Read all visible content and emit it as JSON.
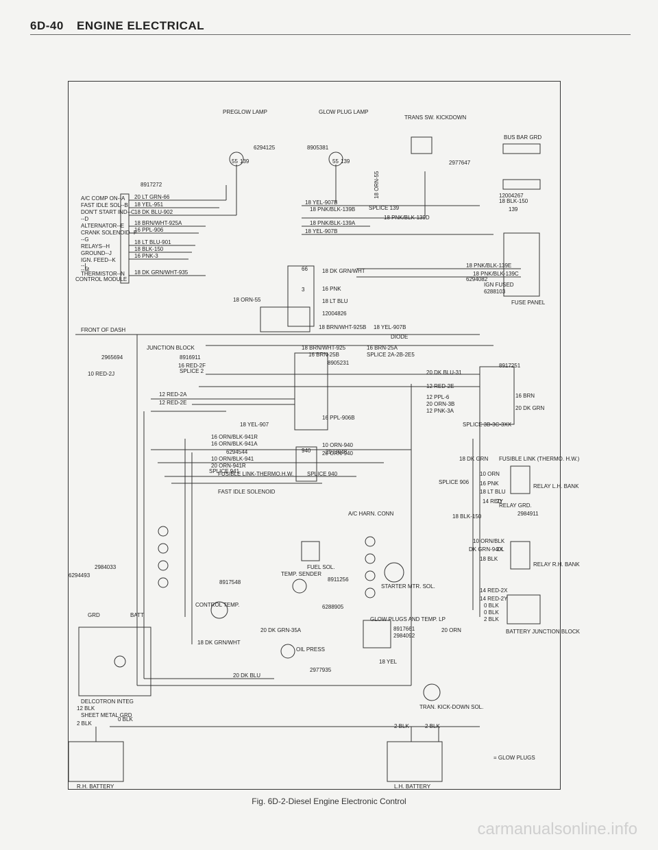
{
  "header": {
    "section": "6D-40",
    "title": "ENGINE ELECTRICAL"
  },
  "caption": "Fig. 6D-2-Diesel Engine Electronic Control",
  "watermark": "carmanualsonline.info",
  "diagram": {
    "components": {
      "preglow_lamp": "PREGLOW LAMP",
      "glow_plug_lamp": "GLOW PLUG LAMP",
      "trans_sw_kickdown": "TRANS SW. KICKDOWN",
      "bus_bar_grd": "BUS BAR GRD",
      "control_module": "CONTROL MODULE",
      "fuse_panel": "FUSE PANEL",
      "front_of_dash": "FRONT OF DASH",
      "junction_block": "JUNCTION BLOCK",
      "fast_idle_solenoid": "FAST IDLE SOLENOID",
      "relay_lh_bank": "RELAY L.H. BANK",
      "relay_rh_bank": "RELAY R.H. BANK",
      "battery_junction_block": "BATTERY JUNCTION BLOCK",
      "control_temp": "CONTROL TEMP.",
      "temp_sender": "TEMP. SENDER",
      "fuel_sol": "FUEL SOL.",
      "ac_harn_conn": "A/C HARN. CONN",
      "starter_mtr_sol": "STARTER MTR. SOL.",
      "glow_plugs_temp_lp": "GLOW PLUGS AND TEMP. LP",
      "oil_press": "OIL PRESS",
      "tran_kick_down_sol": "TRAN. KICK-DOWN SOL.",
      "delcotron_integ": "DELCOTRON INTEG",
      "sheet_metal_grd": "SHEET METAL GRD",
      "rh_battery": "R.H. BATTERY",
      "lh_battery": "L.H. BATTERY",
      "glow_plugs_legend": "= GLOW PLUGS",
      "relay_grd": "RELAY GRD.",
      "ign_fused": "IGN FUSED",
      "diode": "DIODE"
    },
    "module_pins": [
      "A/C COMP ON--A",
      "FAST IDLE SOL--B",
      "DON'T START IND--C",
      "--D",
      "ALTERNATOR--E",
      "CRANK SOLENOID--F",
      "--G",
      "RELAYS--H",
      "GROUND--J",
      "IGN. FEED--K",
      "--L",
      "--M",
      "THERMISTOR--N"
    ],
    "wires": {
      "w1": "20 LT GRN-66",
      "w2": "18 YEL-951",
      "w3": "18 DK BLU-902",
      "w4": "18 BRN/WHT-925A",
      "w5": "16 PPL-906",
      "w6": "18 LT BLU-901",
      "w7": "18 BLK-150",
      "w8": "16 PNK-3",
      "w9": "18 DK GRN/WHT-935",
      "w10": "18 YEL-907B",
      "w11": "18 PNK/BLK-139B",
      "w12": "18 PNK/BLK-139A",
      "w13": "18 PNK/BLK-139D",
      "w14": "18 YEL-907B",
      "w15": "18 PNK/BLK-139E",
      "w16": "18 PNK/BLK-139C",
      "w17": "18 DK GRN/WHT",
      "w18": "16 PNK",
      "w19": "18 ORN-55",
      "w20": "18 LT BLU",
      "w21": "18 BRN/WHT-925B",
      "w22": "18 YEL-907B",
      "w23": "18 BLK-150",
      "w24": "10 RED-2J",
      "w25": "16 RED-2F",
      "w26": "12 RED-2A",
      "w27": "12 RED-2E",
      "w28": "18 BRN/WHT-925",
      "w29": "16 BRN-25B",
      "w30": "16 BRN-25A",
      "w31": "20 DK BLU-31",
      "w32": "12 RED-2E",
      "w33": "12 PPL-6",
      "w34": "20 ORN-3B",
      "w35": "12 PNK-3A",
      "w36": "16 BRN",
      "w37": "20 DK GRN",
      "w38": "16 PPL-906B",
      "w39": "18 YEL-907",
      "w40": "16 ORN/BLK-941R",
      "w41": "16 ORN/BLK-941A",
      "w42": "10 ORN-940",
      "w43": "10 ORN/BLK-941",
      "w44": "20 ORN-941R",
      "w45": "20 DK GRN-35A",
      "w46": "18 DK GRN/WHT",
      "w47": "20 DK BLU",
      "w48": "12 BLK",
      "w49": "2 BLK",
      "w50": "0 BLK",
      "w51": "18 DK GRN",
      "w52": "10 ORN",
      "w53": "16 PNK",
      "w54": "18 LT BLU",
      "w55": "14 RED",
      "w56": "18 BLK-150",
      "w57": "10 ORN/BLK",
      "w58": "DK GRN-940L",
      "w59": "18 BLK",
      "w60": "14 RED-2X",
      "w61": "14 RED-2Y",
      "w62": "0 BLK",
      "w63": "0 BLK",
      "w64": "2 BLK",
      "w65": "18 ORN-55",
      "w66": "18 YEL",
      "w67": "20 ORN",
      "w68": "2 BLK",
      "w69": "2 BLK",
      "w70": "20 ORN-940"
    },
    "part_numbers": {
      "p1": "6294125",
      "p2": "8905381",
      "p3": "2977647",
      "p4": "8917272",
      "p5": "12004267",
      "p6": "6294082",
      "p7": "6288103",
      "p8": "12004826",
      "p9": "2965694",
      "p10": "8916911",
      "p11": "8917251",
      "p12": "8905231",
      "p13": "6294544",
      "p14": "2977048",
      "p15": "2984911",
      "p16": "8911256",
      "p17": "8917548",
      "p18": "6288905",
      "p19": "8917661",
      "p20": "2984092",
      "p21": "2977935",
      "p22": "6294493",
      "p23": "2984033"
    },
    "splices": {
      "s1": "SPLICE 139",
      "s2": "SPLICE 2",
      "s3": "SPLICE 2A-2B-2E5",
      "s4": "SPLICE 3B-3C-3XX",
      "s5": "SPLICE 940",
      "s6": "SPLICE 941",
      "s7": "FUSIBLE LINK (THERMO. H.W.)",
      "s8": "FUSIBLE LINK-THERMO.H.W.",
      "s9": "SPLICE 906"
    },
    "ground_labels": {
      "g1": "GRD",
      "g2": "BATT"
    },
    "connector_pins": {
      "c1": "55",
      "c2": "139",
      "c3": "55",
      "c4": "139",
      "c5": "139",
      "c6": "66",
      "c7": "3",
      "c8": "940",
      "c9": "2Y",
      "c10": "2X"
    }
  }
}
